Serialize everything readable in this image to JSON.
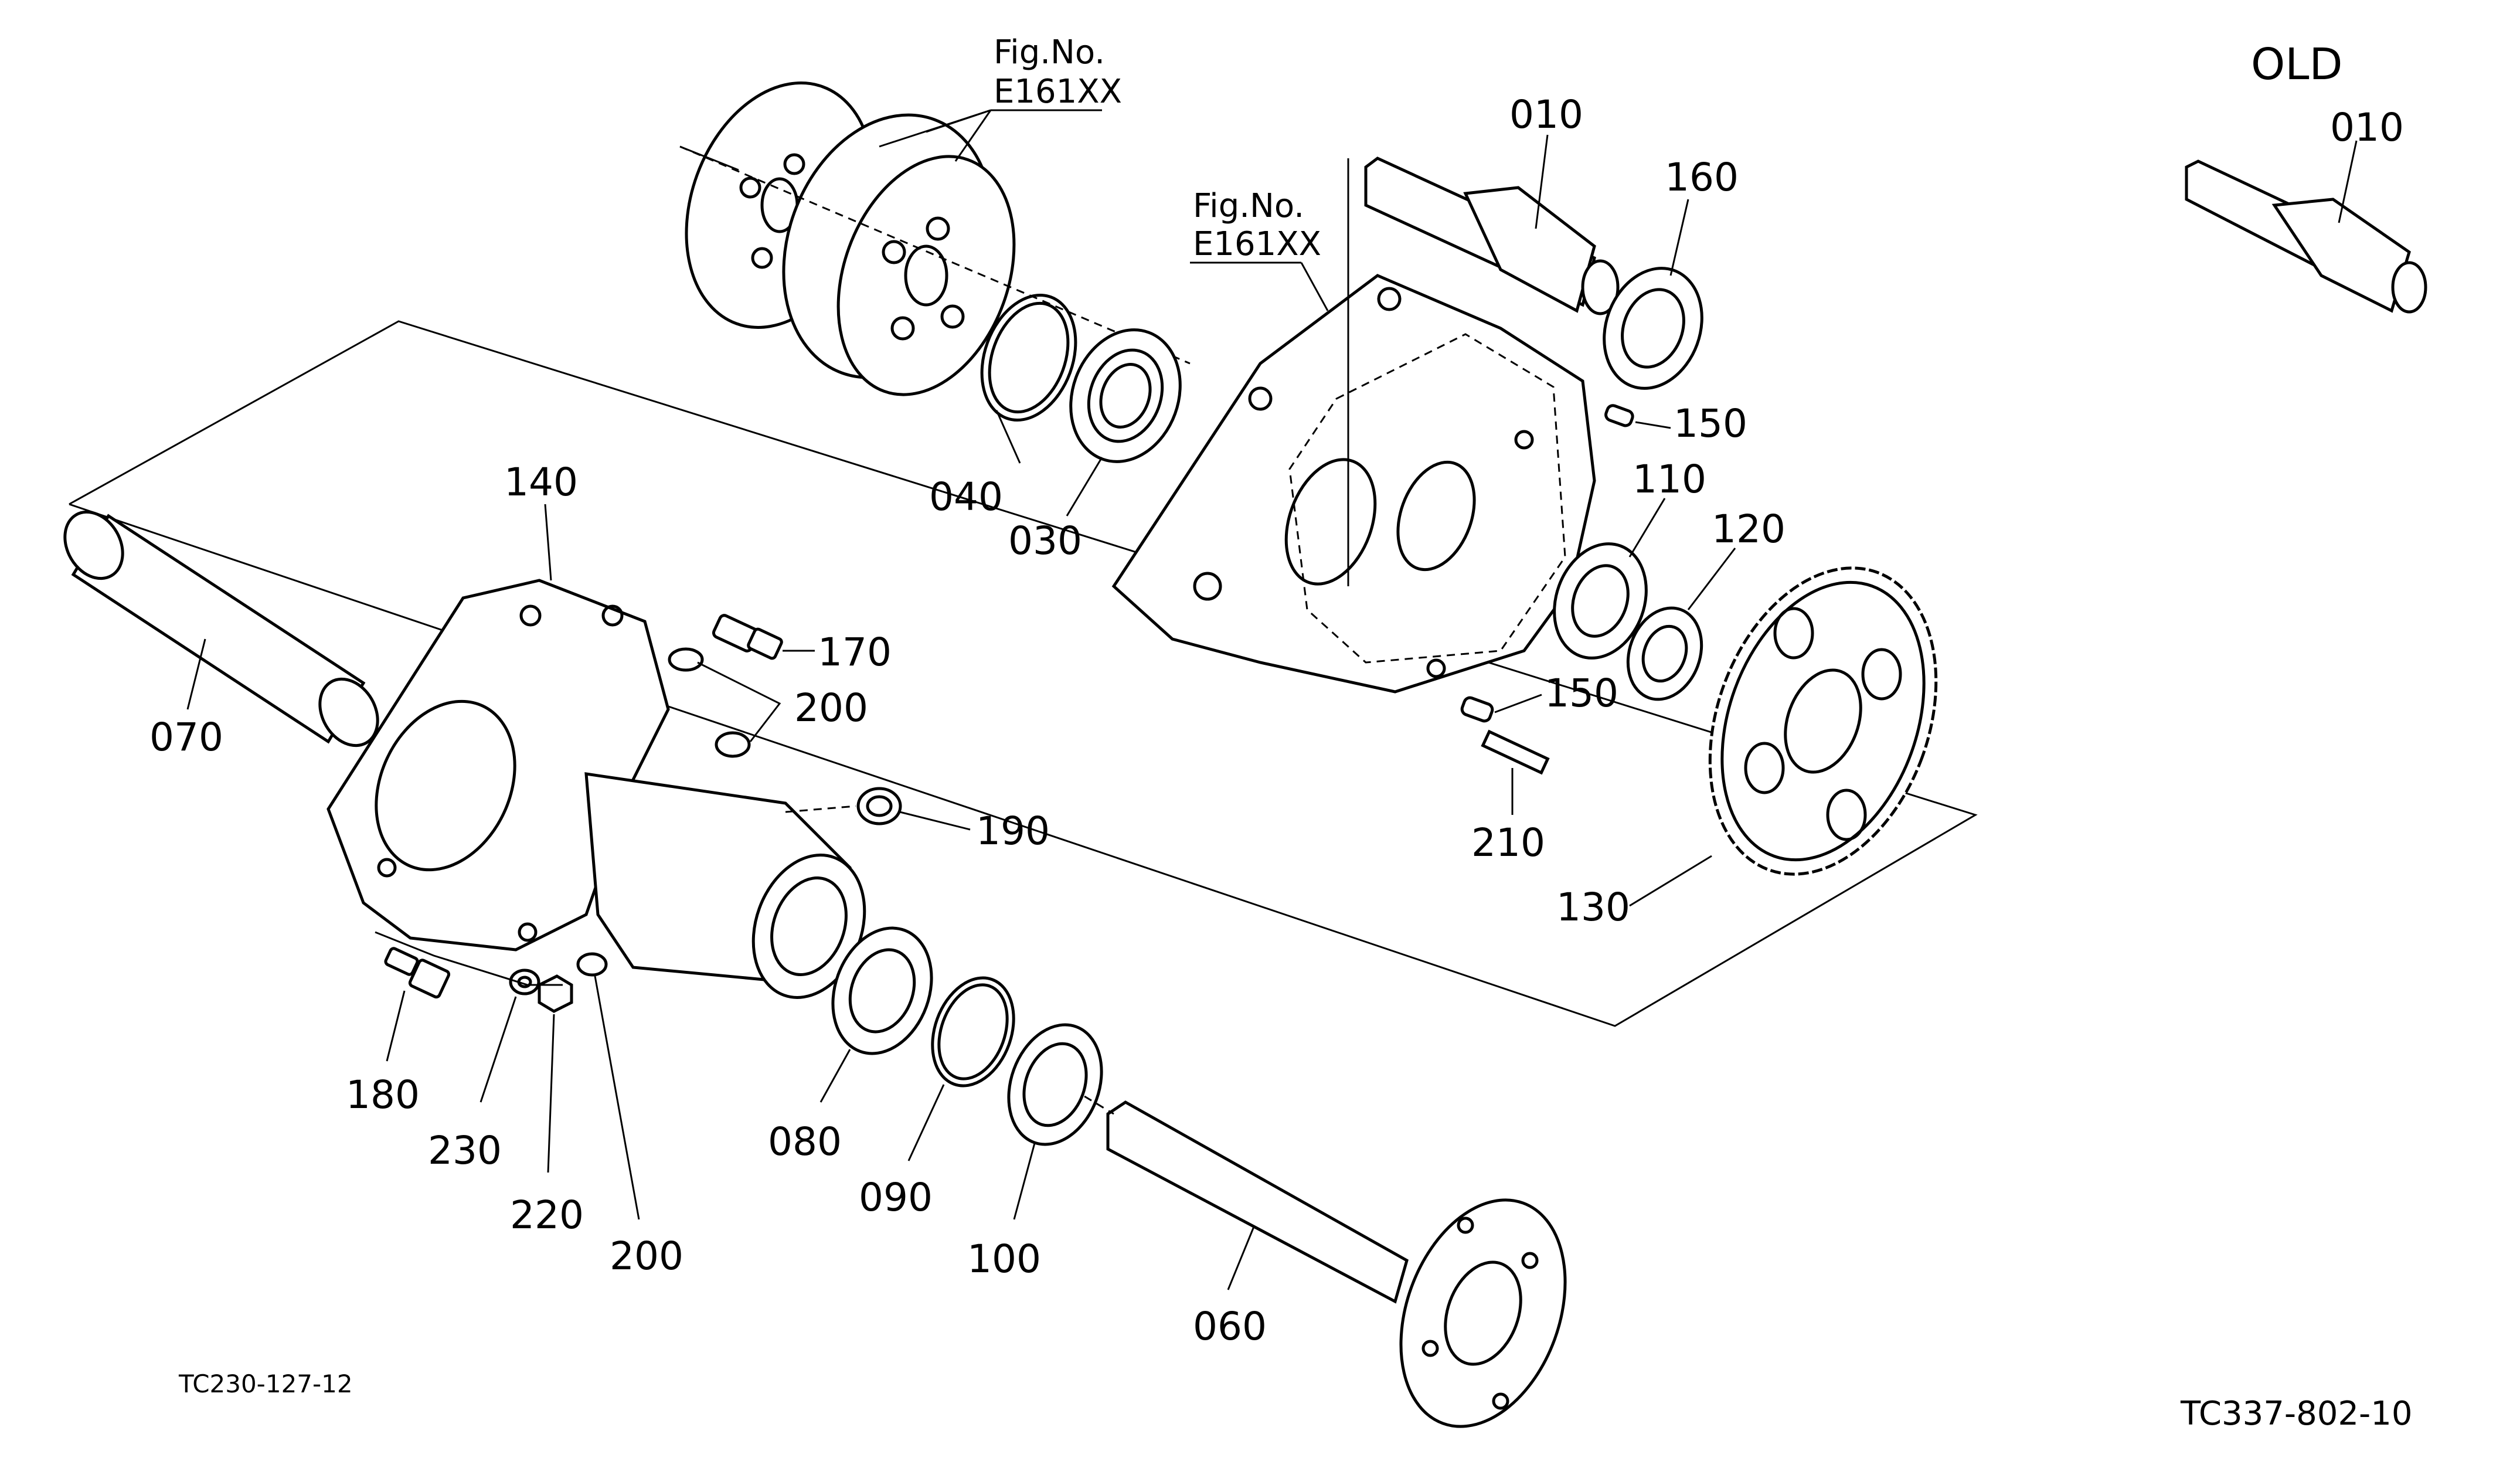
{
  "header": {
    "old_label": "OLD"
  },
  "fig_refs": [
    {
      "prefix": "Fig.No.",
      "code": "E161XX"
    },
    {
      "prefix": "Fig.No.",
      "code": "E161XX"
    }
  ],
  "parts": {
    "p010_main": "010",
    "p010_old": "010",
    "p160": "160",
    "p150_a": "150",
    "p150_b": "150",
    "p110": "110",
    "p120": "120",
    "p130": "130",
    "p210": "210",
    "p040": "040",
    "p030": "030",
    "p140": "140",
    "p070": "070",
    "p170": "170",
    "p200_a": "200",
    "p200_b": "200",
    "p190": "190",
    "p180": "180",
    "p230": "230",
    "p220": "220",
    "p080": "080",
    "p090": "090",
    "p100": "100",
    "p060": "060"
  },
  "footer": {
    "left_code": "TC230-127-12",
    "right_code": "TC337-802-10"
  }
}
